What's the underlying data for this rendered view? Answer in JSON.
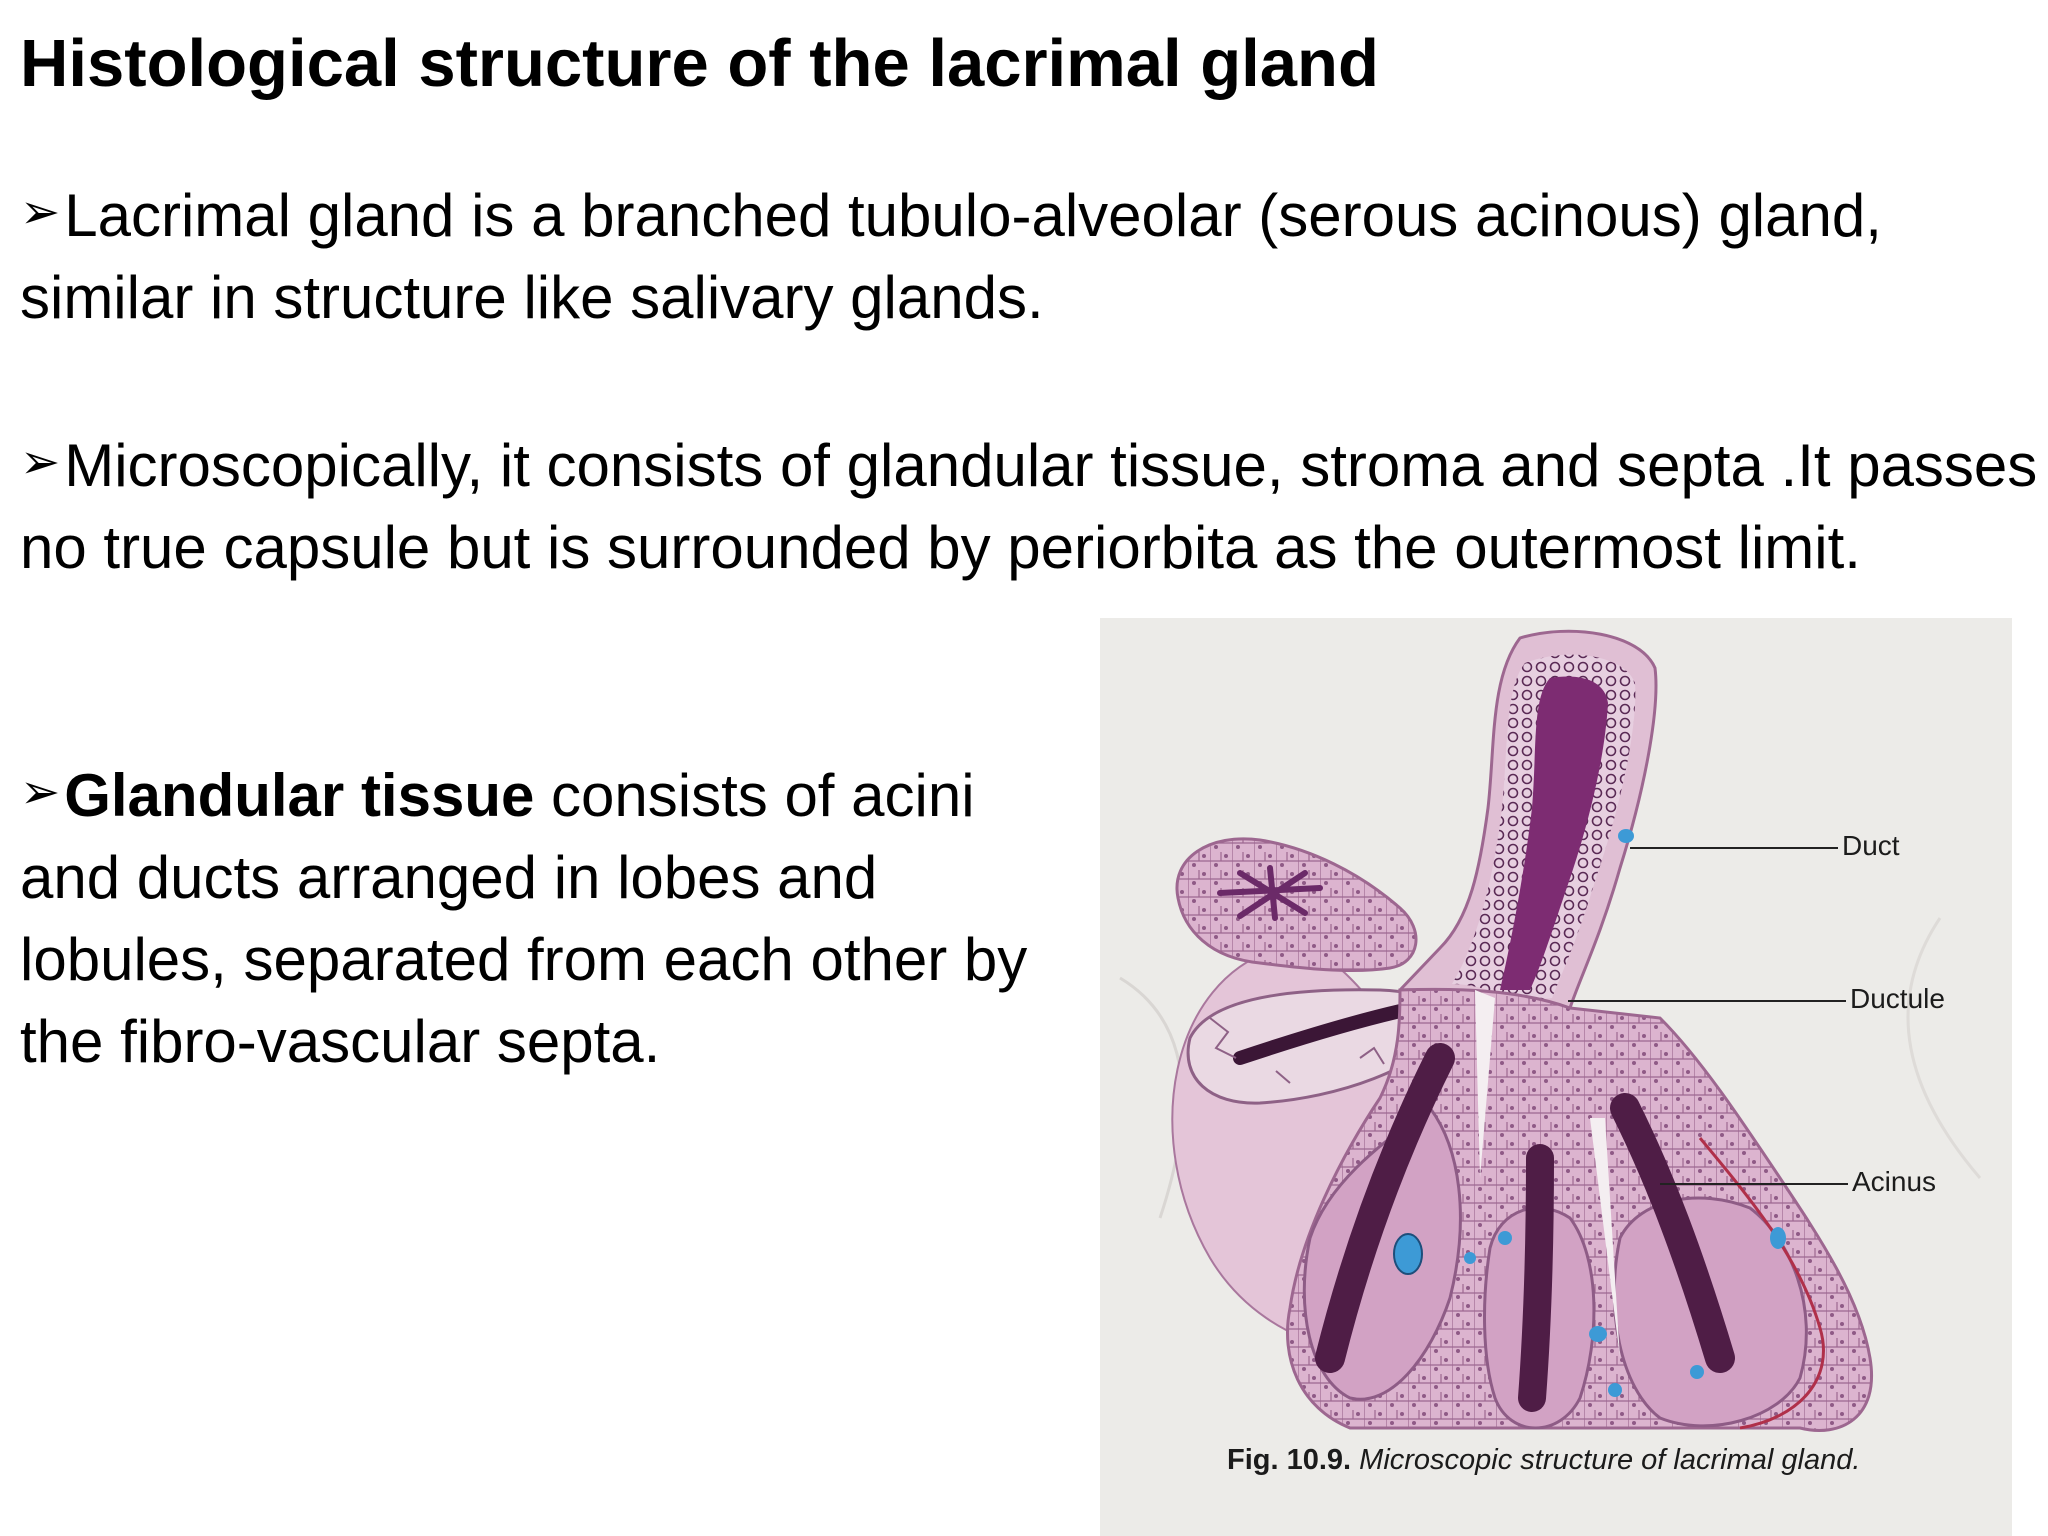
{
  "slide": {
    "title": "Histological structure of the lacrimal gland",
    "bullet_glyph": "➢",
    "bullets": [
      {
        "text": "Lacrimal gland is a branched tubulo-alveolar (serous acinous) gland, similar in structure like salivary glands."
      },
      {
        "text": "Microscopically, it consists of glandular tissue, stroma and septa .It passes no true capsule but is surrounded by periorbita as the outermost limit."
      },
      {
        "bold": "Glandular tissue",
        "text": " consists of acini and ducts arranged in lobes and lobules, separated from each other  by the fibro-vascular septa."
      }
    ]
  },
  "figure": {
    "labels": {
      "duct": "Duct",
      "ductule": "Ductule",
      "acinus": "Acinus"
    },
    "caption_number": "Fig. 10.9.",
    "caption_text": " Microscopic structure of lacrimal gland.",
    "colors": {
      "paper": "#ecebe8",
      "tissue_light": "#dcb4cf",
      "tissue_mid": "#b57ba6",
      "lumen_dark": "#4f1d46",
      "duct_purple": "#7d2c72",
      "nucleus_blue": "#3d9ad6",
      "capillary_red": "#b0304a"
    }
  }
}
